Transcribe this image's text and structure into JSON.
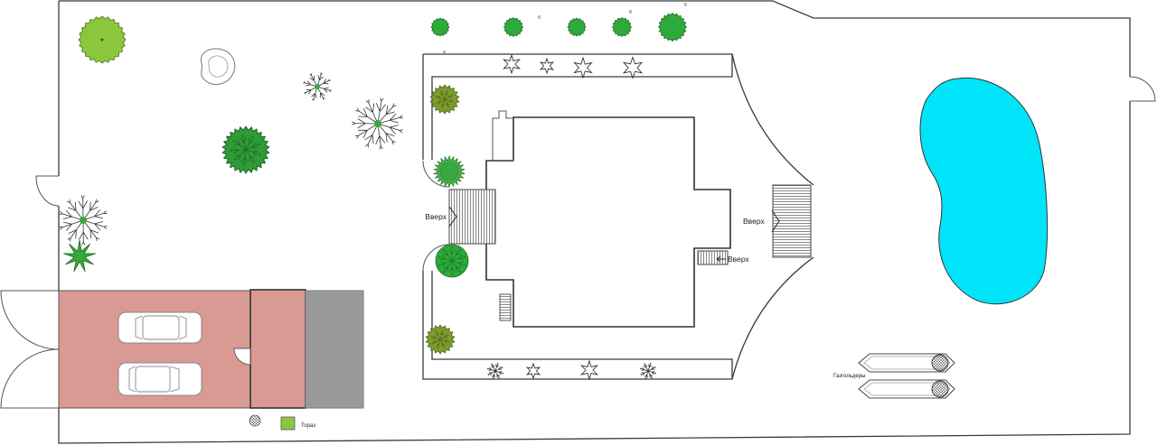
{
  "plan": {
    "stairs": {
      "left_label": "Вверх",
      "right_label": "Вверх",
      "side_label": "Вверх"
    },
    "gas_holders_label": "Газгольдеры",
    "legend": {
      "lawn_label": "Тораз"
    },
    "tree_marks": [
      "в",
      "б",
      "б",
      "б"
    ]
  },
  "symbols": {
    "tree": "tree-icon",
    "round_shrub": "round-shrub-icon",
    "olive_shrub": "olive-shrub-icon",
    "leaf_plant": "leaf-plant-icon",
    "agave": "agave-icon",
    "rock": "rock-icon",
    "car": "car-icon",
    "gas_holder": "gas-holder-icon"
  },
  "colors": {
    "garage": "#d89a92",
    "carport": "#9a9a9a",
    "pool": "#00e4fa",
    "lawn": "#8cc63f",
    "shrub_green": "#2eaa3a",
    "shrub_olive": "#7c9c2e",
    "agave_green": "#3aa83a",
    "lines": "#3a3a3a"
  }
}
